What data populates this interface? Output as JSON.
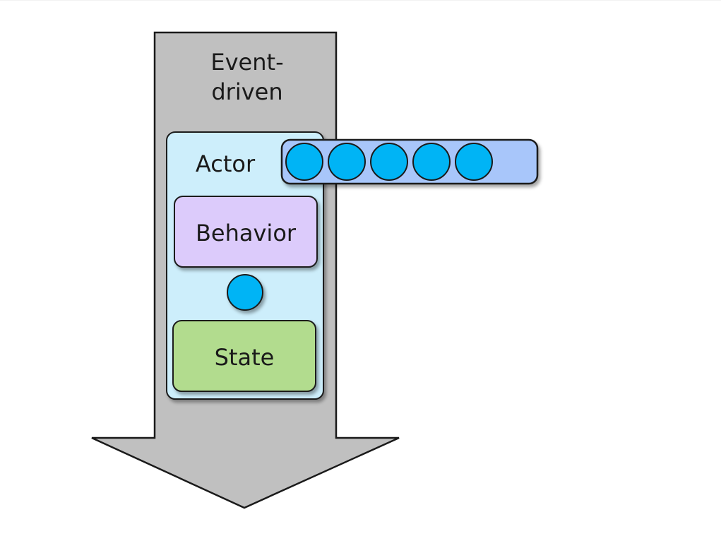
{
  "diagram": {
    "arrow": {
      "label_lines": [
        "Event-",
        "driven"
      ],
      "fill": "#c0c0c0",
      "stroke": "#1a1a1a"
    },
    "actor": {
      "label": "Actor",
      "fill": "#cdeefb",
      "stroke": "#1a1a1a"
    },
    "behavior": {
      "label": "Behavior",
      "fill": "#dccbfb"
    },
    "state": {
      "label": "State",
      "fill": "#b2dc8e"
    },
    "connector_dot": {
      "fill": "#00b4f5"
    },
    "mailbox": {
      "fill": "#a8c6fa",
      "message_count": 5,
      "message_fill": "#00b4f5"
    },
    "text_color": "#1a1a1a"
  }
}
